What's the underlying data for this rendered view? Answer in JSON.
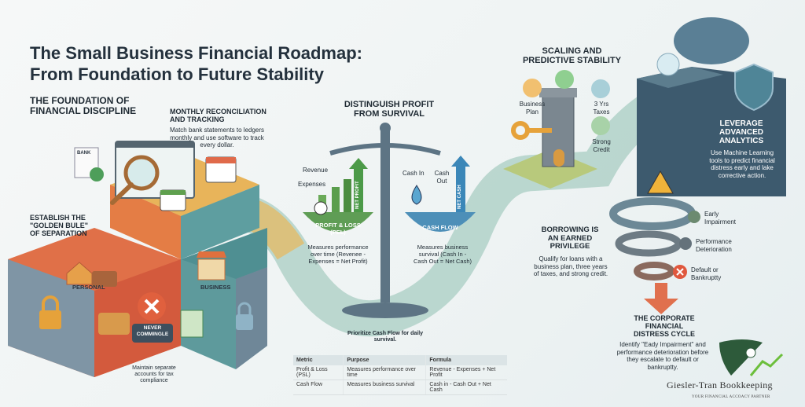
{
  "title": {
    "line1": "The Small Business Financial Roadmap:",
    "line2": "From Foundation to Future Stability"
  },
  "foundation": {
    "heading_line1": "THE FOUNDATION OF",
    "heading_line2": "FINANCIAL DISCIPLINE",
    "reconciliation": {
      "heading_line1": "MONTHLY RECONCILIATION",
      "heading_line2": "AND TRACKING",
      "text": "Match bank statements to ledgers monthly and use software to track every dollar."
    },
    "bank_label": "BANK",
    "golden_rule": {
      "line1": "ESTABLISH THE",
      "line2": "\"GOLDEN BULE\"",
      "line3": "OF SEPARATION"
    },
    "personal_label": "PERSONAL",
    "business_label": "BUSINESS",
    "never_commingle_line1": "NEVER",
    "never_commingle_line2": "COMMINGLE",
    "separate_accounts": "Maintain separate accounts for tax compliance"
  },
  "profit_survival": {
    "heading_line1": "DISTINGUISH PROFIT",
    "heading_line2": "FROM SURVIVAL",
    "pl": {
      "revenue": "Revenue",
      "expenses": "Expenses",
      "net_profit": "NET PROFIT",
      "label_line1": "PROFIT & LOSS",
      "label_line2": "(PEL)",
      "desc": "Measures performance over time (Revenee - Expenses = Net Profit)"
    },
    "cf": {
      "cash_in": "Cash In",
      "cash_out": "Cash Out",
      "net_cash": "NET CASH",
      "label": "CASH FLOW",
      "desc": "Measures business survival (Cash In - Cash Out = Net Cash)"
    },
    "priority": "Prioritize Cash Flow for daily survival.",
    "table": {
      "headers": [
        "Metric",
        "Purpose",
        "Formula"
      ],
      "rows": [
        [
          "Profit & Loss (PSL)",
          "Measures performance over time",
          "Revenue - Expenses + Net Profit"
        ],
        [
          "Cash Flow",
          "Measures business survival",
          "Cash in - Cash Out + Net Cash"
        ]
      ]
    }
  },
  "scaling": {
    "heading_line1": "SCALING AND",
    "heading_line2": "PREDICTIVE STABILITY",
    "business_plan": "Business Plan",
    "taxes": "3 Yrs Taxes",
    "credit": "Strong Credit",
    "borrowing": {
      "heading_line1": "BORROWING IS",
      "heading_line2": "AN EARNED",
      "heading_line3": "PRIVILEGE",
      "text": "Qualify for loans with a business plan, three years of taxes, and strong credit."
    },
    "analytics": {
      "heading_line1": "LEVERAGE",
      "heading_line2": "ADVANCED",
      "heading_line3": "ANALYTICS",
      "text": "Use Machine Learning tools to predict financial distress early and lake corrective action."
    }
  },
  "distress": {
    "stages": [
      "Early Impairment",
      "Performance Deterioration",
      "Default or Bankruptty"
    ],
    "heading_line1": "THE CORPORATE",
    "heading_line2": "FINANCIAL",
    "heading_line3": "DISTRESS CYCLE",
    "text": "Identify \"Eady Impairment\" and performance deterioration before they escalate to default or bankruptty."
  },
  "logo": {
    "name": "Giesler-Tran Bookkeeping",
    "tagline": "YOUR FINANCIAL ACCOACY PARTNER"
  },
  "colors": {
    "orange": "#e0703e",
    "teal": "#5a9c9a",
    "navy": "#3d5a6e",
    "green": "#5fa04e",
    "red": "#e05a3d"
  }
}
